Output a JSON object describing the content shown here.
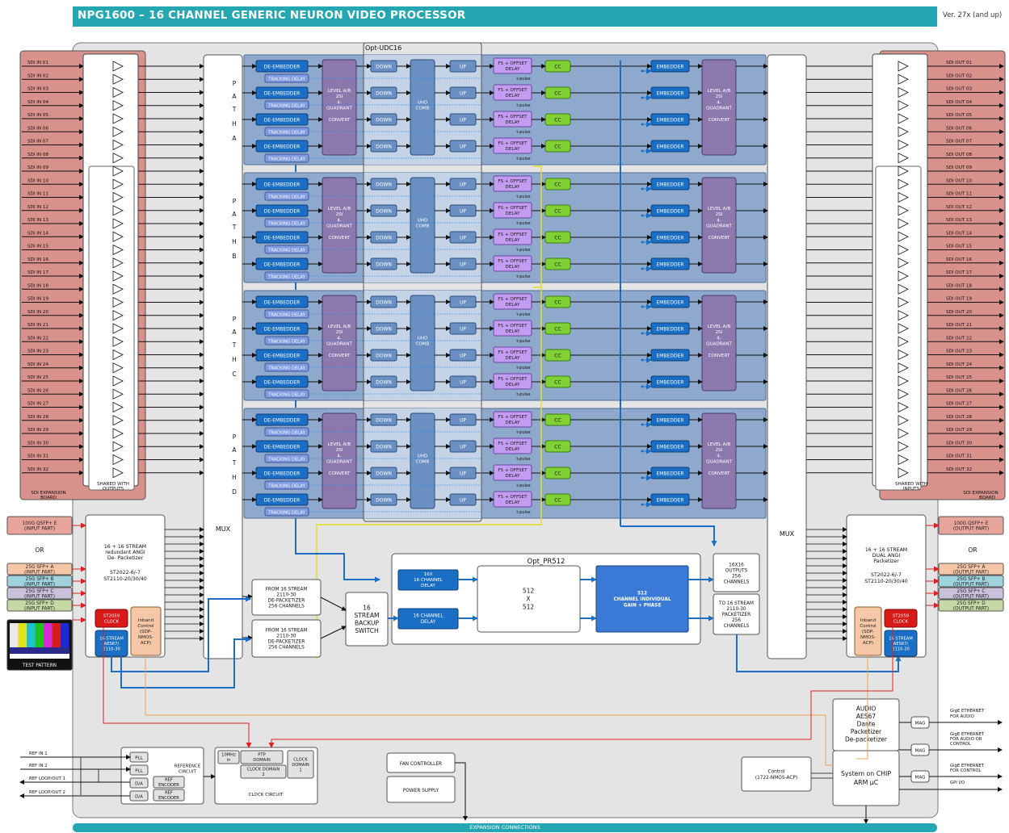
{
  "title": "NPG1600 – 16 CHANNEL GENERIC NEURON VIDEO PROCESSOR",
  "version": "Ver. 27x (and up)",
  "footer": "EXPANSION CONNECTIONS",
  "sdi_inputs": [
    "SDI IN 01",
    "SDI IN 02",
    "SDI IN 03",
    "SDI IN 04",
    "SDI IN 05",
    "SDI IN 06",
    "SDI IN 07",
    "SDI IN 08",
    "SDI IN 09",
    "SDI IN 10",
    "SDI IN 11",
    "SDI IN 12",
    "SDI IN 13",
    "SDI IN 14",
    "SDI IN 15",
    "SDI IN 16",
    "SDI IN 17",
    "SDI IN 18",
    "SDI IN 19",
    "SDI IN 20",
    "SDI IN 21",
    "SDI IN 22",
    "SDI IN 23",
    "SDI IN 24",
    "SDI IN 25",
    "SDI IN 26",
    "SDI IN 27",
    "SDI IN 28",
    "SDI IN 29",
    "SDI IN 30",
    "SDI IN 31",
    "SDI IN 32"
  ],
  "sdi_outputs": [
    "SDI OUT 01",
    "SDI OUT 02",
    "SDI OUT 03",
    "SDI OUT 04",
    "SDI OUT 05",
    "SDI OUT 06",
    "SDI OUT 07",
    "SDI OUT 08",
    "SDI OUT 09",
    "SDI OUT 10",
    "SDI OUT 11",
    "SDI OUT 12",
    "SDI OUT 13",
    "SDI OUT 14",
    "SDI OUT 15",
    "SDI OUT 16",
    "SDI OUT 17",
    "SDI OUT 18",
    "SDI OUT 19",
    "SDI OUT 20",
    "SDI OUT 21",
    "SDI OUT 22",
    "SDI OUT 23",
    "SDI OUT 24",
    "SDI OUT 25",
    "SDI OUT 26",
    "SDI OUT 27",
    "SDI OUT 28",
    "SDI OUT 29",
    "SDI OUT 30",
    "SDI OUT 31",
    "SDI OUT 32"
  ],
  "expansion_left": "SDI EXPANSION BOARD",
  "expansion_right": "SDI EXPANSION BOARD",
  "shared_left": "SHARED WITH OUTPUTS",
  "shared_right": "SHARED WITH INPUTS",
  "paths": [
    {
      "letters": [
        "P",
        "A",
        "T",
        "H",
        "A"
      ]
    },
    {
      "letters": [
        "P",
        "A",
        "T",
        "H",
        "B"
      ]
    },
    {
      "letters": [
        "P",
        "A",
        "T",
        "H",
        "C"
      ]
    },
    {
      "letters": [
        "P",
        "A",
        "T",
        "H",
        "D"
      ]
    }
  ],
  "blocks": {
    "de_embedder": "DE-EMBEDDER",
    "tracking_delay": "TRACKING DELAY",
    "level": [
      "LEVEL A/B",
      "2SI",
      "4-",
      "QUADRANT",
      "",
      "CONVERT"
    ],
    "down": "DOWN",
    "up": "UP",
    "uhd_comb": [
      "UHD",
      "COMB"
    ],
    "fs_offset": [
      "FS + OFFSET",
      "DELAY"
    ],
    "t_pulse": "t-pulse",
    "cc": "CC",
    "embedder": "EMBEDDER"
  },
  "opt_udc16": "Opt-UDC16",
  "mux": "MUX",
  "left_ports": [
    {
      "label": [
        "100G QSFP+ E",
        "(INPUT PART)"
      ],
      "color": "#e7a49a"
    },
    {
      "label": [
        "25G SFP+ A",
        "(INPUT PART)"
      ],
      "color": "#f6c7a6"
    },
    {
      "label": [
        "25G SFP+ B",
        "(INPUT PART)"
      ],
      "color": "#9ed2dd"
    },
    {
      "label": [
        "25G SFP+ C",
        "(INPUT PART)"
      ],
      "color": "#c9c0dc"
    },
    {
      "label": [
        "25G SFP+ D",
        "(INPUT PART)"
      ],
      "color": "#c6d9a4"
    }
  ],
  "right_ports": [
    {
      "label": [
        "100G QSFP+ E",
        "(OUTPUT PART)"
      ],
      "color": "#e7a49a"
    },
    {
      "label": [
        "25G SFP+ A",
        "(OUTPUT PART)"
      ],
      "color": "#f6c7a6"
    },
    {
      "label": [
        "25G SFP+ B",
        "(OUTPUT PART)"
      ],
      "color": "#9ed2dd"
    },
    {
      "label": [
        "25G SFP+ C",
        "(OUTPUT PART)"
      ],
      "color": "#c9c0dc"
    },
    {
      "label": [
        "25G SFP+ D",
        "(OUTPUT PART)"
      ],
      "color": "#c6d9a4"
    }
  ],
  "or": "OR",
  "depacketizer_in": {
    "lines": [
      "16 + 16 STREAM",
      "redundant ANGI",
      "De- Packetizer",
      "",
      "ST2022-6/-7",
      "ST2110-20/30/40"
    ]
  },
  "packetizer_out": {
    "lines": [
      "16 + 16 STREAM",
      "DUAL ANGI",
      "Packetizer",
      "",
      "ST2022-6/-7",
      "ST2110-20/30/40"
    ]
  },
  "st2059": [
    "ST2059",
    "CLOCK"
  ],
  "aes67": [
    "16 STREAM",
    "AES67/",
    "2110-30"
  ],
  "inband": [
    "Inband",
    "Control",
    "(SDP-",
    "NMOS-",
    "ACP)"
  ],
  "test_pattern": "TEST PATTERN",
  "from_stream_1": [
    "FROM 16 STREAM",
    "2110-30",
    "DE-PACKETIZER",
    "256 CHANNELS"
  ],
  "from_stream_2": [
    "FROM 16 STREAM",
    "2110-30",
    "DE-PACKETIZER",
    "256 CHANNELS"
  ],
  "backup": [
    "16",
    "STREAM",
    "BACKUP",
    "SWITCH"
  ],
  "opt_pr512": "Opt_PR512",
  "delay_16x": [
    "16X",
    "16 CHANNEL",
    "DELAY"
  ],
  "delay_16": [
    "16 CHANNEL",
    "DELAY"
  ],
  "matrix": [
    "512",
    "X",
    "512"
  ],
  "gain_phase": [
    "512",
    "CHANNEL INDIVIDUAL",
    "GAIN + PHASE"
  ],
  "outputs_16x16": [
    "16X16",
    "OUTPUTS",
    "256",
    "CHANNELS"
  ],
  "to_packetizer": [
    "TO 16 STREAM",
    "2110-30",
    "PACKETIZER",
    "256",
    "CHANNELS"
  ],
  "audio_pkt": [
    "AUDIO",
    "AES67",
    "Dante",
    "Packetizer",
    "De-packetizer"
  ],
  "soc": [
    "System on CHIP",
    "ARM µC"
  ],
  "control": [
    "Control",
    "(1722-NMOS-ACP)"
  ],
  "mag": "MAG",
  "net_labels": [
    [
      "GigE ETHERNET",
      "FOR AUDIO"
    ],
    [
      "GigE ETHERNET",
      "FOR AUDIO OR",
      "CONTROL"
    ],
    [
      "GigE ETHERNET",
      "FOR CONTROL"
    ],
    [
      "GPI I/O"
    ]
  ],
  "ref_inputs": [
    "REF IN 1",
    "REF IN 2",
    "REF LOOP/OUT 1",
    "REF LOOP/OUT 2"
  ],
  "pll": "PLL",
  "da": "D/A",
  "ref_encoder": [
    "REF",
    "ENCODER"
  ],
  "reference_circuit": [
    "REFERENCE",
    "CIRCUIT"
  ],
  "clock_circuit": "CLOCK CIRCUIT",
  "ten_mhz": [
    "10MHz",
    "in"
  ],
  "ptp_domain": [
    "PTP",
    "DOMAIN"
  ],
  "clock_domain_2": [
    "CLOCK DOMAIN",
    "2"
  ],
  "clock_domain_1": [
    "CLOCK",
    "DOMAIN",
    "1"
  ],
  "fan_controller": "FAN CONTROLLER",
  "power_supply": "POWER SUPPLY",
  "colors": {
    "teal": "#24a6b3",
    "de_embedder": "#1a6ec4",
    "tracking": "#7f9be0",
    "level": "#8d78ae",
    "down_up": "#6a8fc2",
    "fs": "#c39bf0",
    "cc": "#7fd134",
    "embedder": "#1a6ec4",
    "path_bg": "#8ea9cc",
    "expansion": "#d8918b"
  }
}
